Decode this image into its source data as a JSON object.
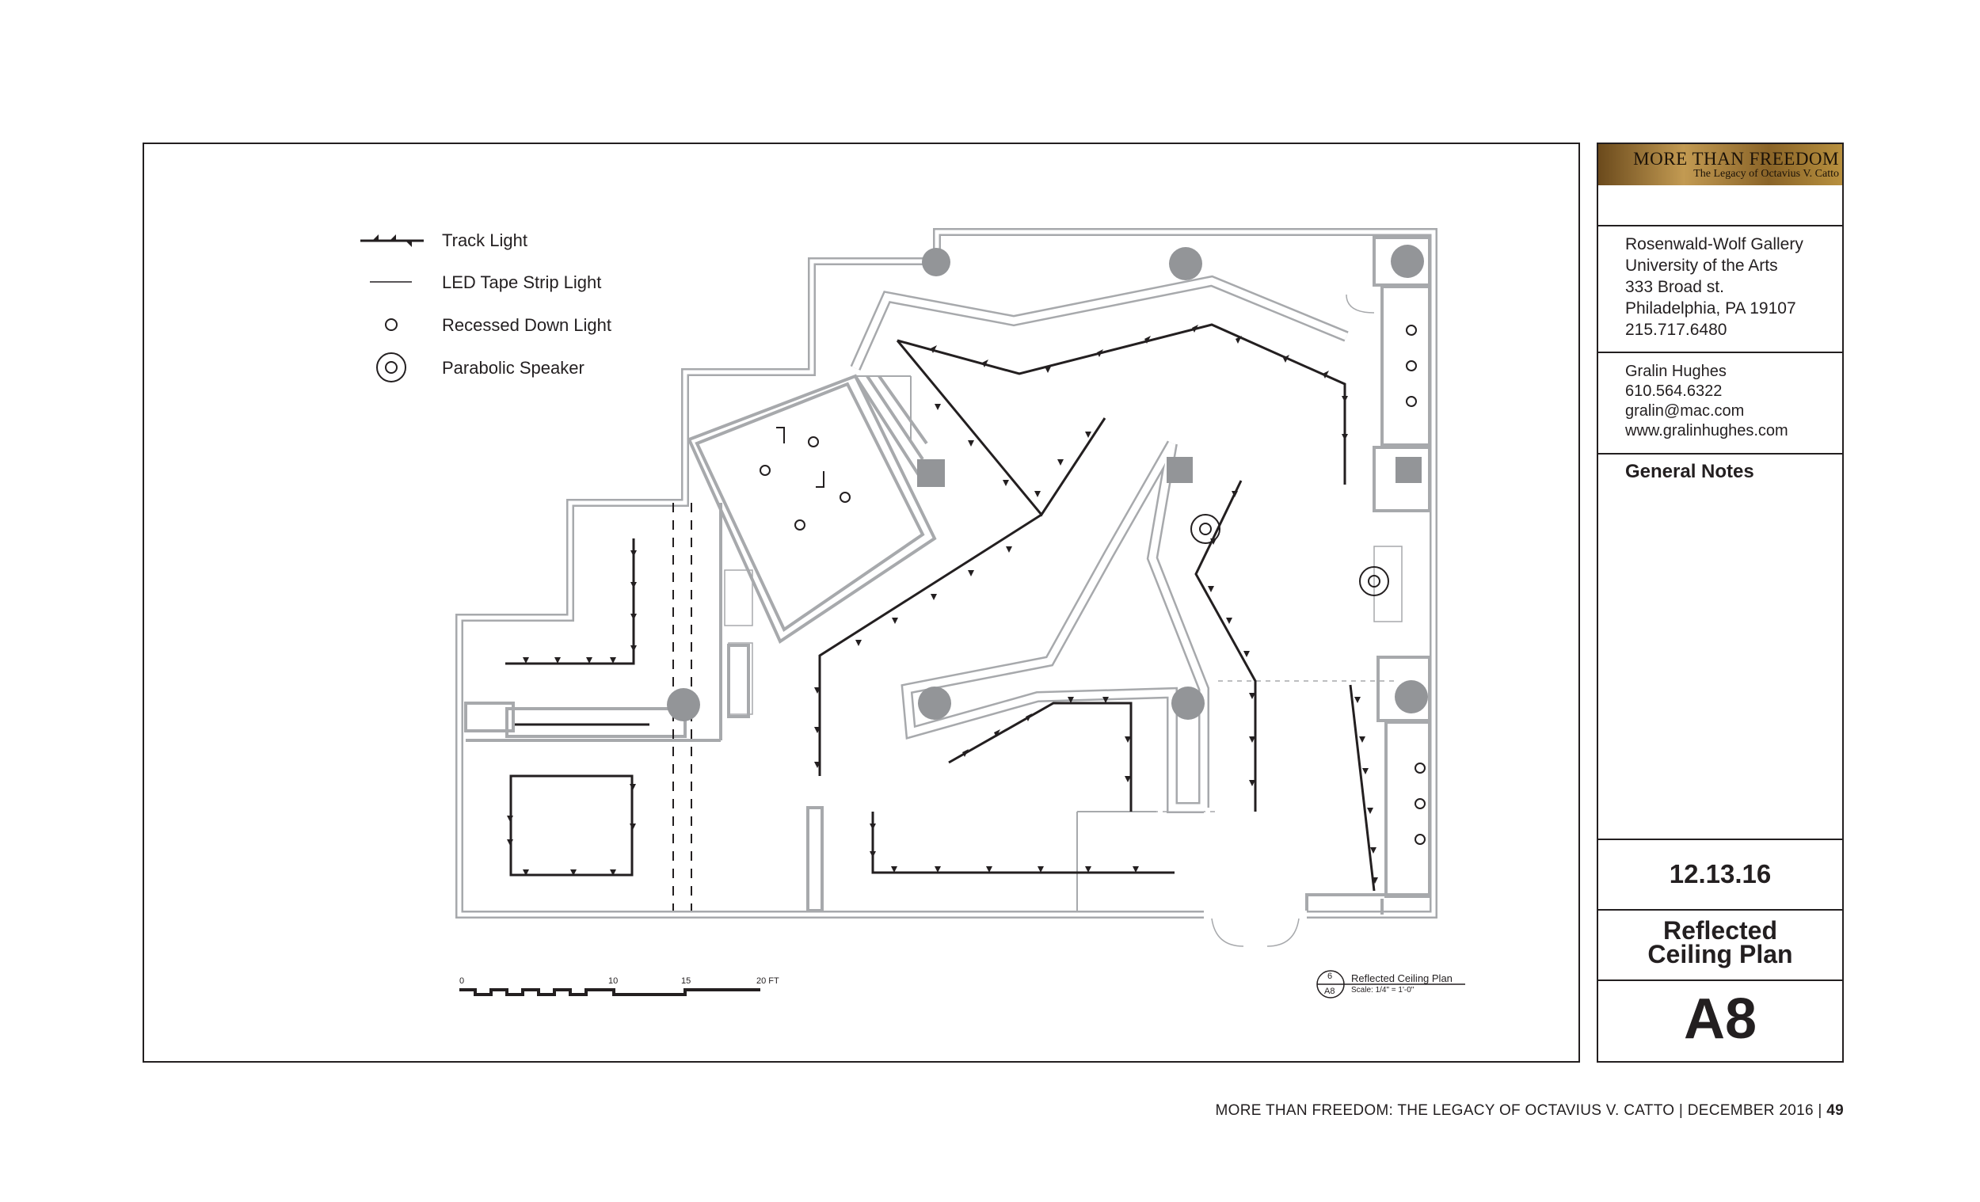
{
  "legend": {
    "track_light": "Track Light",
    "led_tape": "LED Tape Strip Light",
    "recessed": "Recessed Down Light",
    "speaker": "Parabolic Speaker"
  },
  "scale_bar": {
    "t0": "0",
    "t10": "10",
    "t15": "15",
    "t20": "20 FT"
  },
  "drawing_callout": {
    "number": "6",
    "sheet": "A8",
    "title": "Reflected Ceiling Plan",
    "scale": "Scale: 1/4\" = 1'-0\""
  },
  "title_block": {
    "banner_title": "MORE THAN FREEDOM",
    "banner_subtitle": "The Legacy of Octavius V. Catto",
    "venue": [
      "Rosenwald-Wolf Gallery",
      "University of the Arts",
      "333 Broad st.",
      "Philadelphia, PA 19107",
      "215.717.6480"
    ],
    "designer": [
      "Gralin Hughes",
      "610.564.6322",
      "gralin@mac.com",
      "www.gralinhughes.com"
    ],
    "notes_heading": "General Notes",
    "date": "12.13.16",
    "sheet_title_1": "Reflected",
    "sheet_title_2": "Ceiling Plan",
    "sheet_number": "A8"
  },
  "footer": {
    "text": "MORE THAN FREEDOM:  THE LEGACY OF OCTAVIUS V. CATTO  |  DECEMBER 2016  |",
    "page": "49"
  },
  "colors": {
    "ink": "#231f20",
    "wall": "#a7a9ac",
    "fixture_fill": "#939598"
  }
}
